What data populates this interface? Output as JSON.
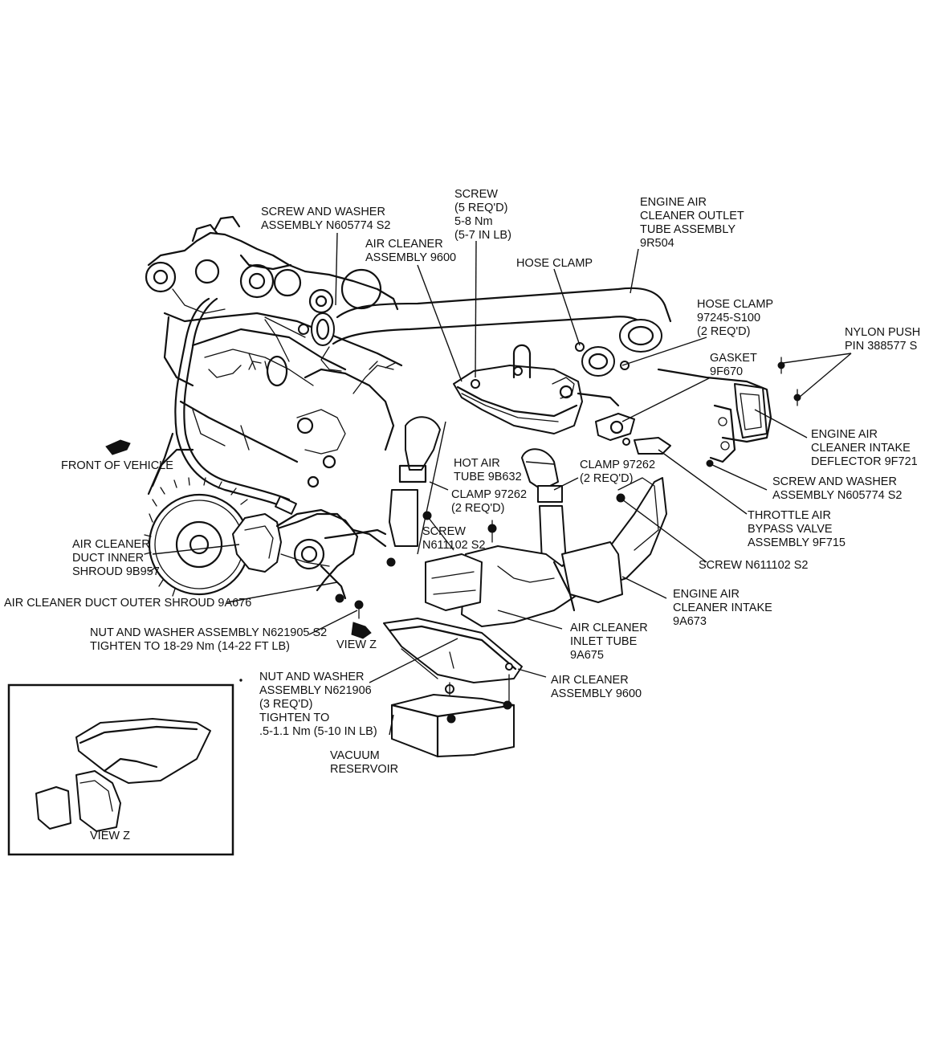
{
  "callouts": [
    {
      "id": "screw-washer-top",
      "lines": [
        "SCREW AND WASHER",
        "ASSEMBLY N605774 S2"
      ]
    },
    {
      "id": "screw-5req",
      "lines": [
        "SCREW",
        "(5 REQ'D)",
        "5-8 Nm",
        "(5-7 IN LB)"
      ]
    },
    {
      "id": "outlet-tube",
      "lines": [
        "ENGINE AIR",
        "CLEANER OUTLET",
        "TUBE ASSEMBLY",
        "9R504"
      ]
    },
    {
      "id": "air-cleaner-assy-top",
      "lines": [
        "AIR CLEANER",
        "ASSEMBLY 9600"
      ]
    },
    {
      "id": "hose-clamp",
      "lines": [
        "HOSE CLAMP"
      ]
    },
    {
      "id": "hose-clamp-97245",
      "lines": [
        "HOSE CLAMP",
        "97245-S100",
        "(2 REQ'D)"
      ]
    },
    {
      "id": "nylon-push-pin",
      "lines": [
        "NYLON PUSH",
        "PIN 388577 S"
      ]
    },
    {
      "id": "gasket",
      "lines": [
        "GASKET",
        "9F670"
      ]
    },
    {
      "id": "intake-deflector",
      "lines": [
        "ENGINE AIR",
        "CLEANER INTAKE",
        "DEFLECTOR 9F721"
      ]
    },
    {
      "id": "front-of-vehicle",
      "lines": [
        "FRONT OF VEHICLE"
      ]
    },
    {
      "id": "hot-air-tube",
      "lines": [
        "HOT AIR",
        "TUBE 9B632"
      ]
    },
    {
      "id": "clamp-97262-right",
      "lines": [
        "CLAMP 97262",
        "(2 REQ'D)"
      ]
    },
    {
      "id": "clamp-97262-left",
      "lines": [
        "CLAMP 97262",
        "(2 REQ'D)"
      ]
    },
    {
      "id": "screw-washer-right",
      "lines": [
        "SCREW AND WASHER",
        "ASSEMBLY N605774 S2"
      ]
    },
    {
      "id": "throttle-air-bypass",
      "lines": [
        "THROTTLE AIR",
        "BYPASS VALVE",
        "ASSEMBLY 9F715"
      ]
    },
    {
      "id": "screw-n611102-mid",
      "lines": [
        "SCREW",
        "N611102 S2"
      ]
    },
    {
      "id": "inner-shroud",
      "lines": [
        "AIR CLEANER",
        "DUCT INNER",
        "SHROUD 9B957"
      ]
    },
    {
      "id": "screw-n611102-right",
      "lines": [
        "SCREW N611102 S2"
      ]
    },
    {
      "id": "outer-shroud",
      "lines": [
        "AIR CLEANER DUCT OUTER SHROUD 9A676"
      ]
    },
    {
      "id": "intake-9a673",
      "lines": [
        "ENGINE AIR",
        "CLEANER INTAKE",
        "9A673"
      ]
    },
    {
      "id": "nut-washer-n621905",
      "lines": [
        "NUT AND WASHER ASSEMBLY N621905 S2",
        "TIGHTEN TO 18-29 Nm (14-22 FT LB)"
      ]
    },
    {
      "id": "view-z-arrow",
      "lines": [
        "VIEW Z"
      ]
    },
    {
      "id": "inlet-tube",
      "lines": [
        "AIR CLEANER",
        "INLET TUBE",
        "9A675"
      ]
    },
    {
      "id": "nut-washer-n621906",
      "lines": [
        "NUT AND WASHER",
        "ASSEMBLY N621906",
        "(3 REQ'D)",
        "TIGHTEN TO",
        ".5-1.1 Nm (5-10 IN LB)"
      ]
    },
    {
      "id": "air-cleaner-assy-bottom",
      "lines": [
        "AIR CLEANER",
        "ASSEMBLY 9600"
      ]
    },
    {
      "id": "vacuum-reservoir",
      "lines": [
        "VACUUM",
        "RESERVOIR"
      ]
    },
    {
      "id": "view-z-inset",
      "lines": [
        "VIEW Z"
      ]
    }
  ]
}
